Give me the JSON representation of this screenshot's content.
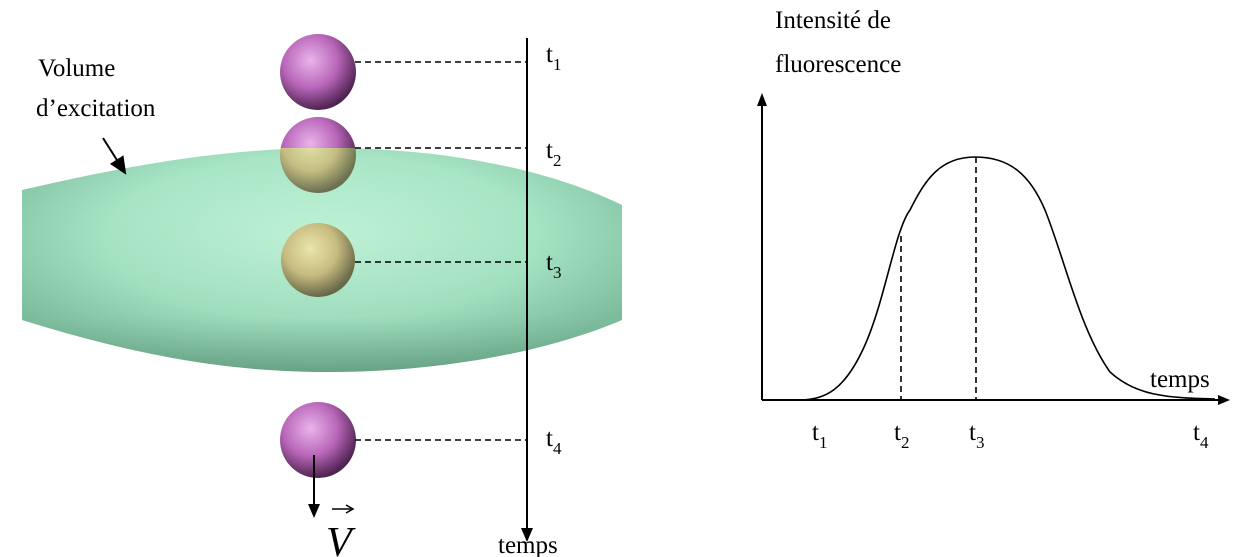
{
  "left_diagram": {
    "volume_label_line1": "Volume",
    "volume_label_line2": "d’excitation",
    "time_axis_label": "temps",
    "velocity_symbol": "V",
    "positions": [
      {
        "t": "t",
        "sub": "1"
      },
      {
        "t": "t",
        "sub": "2"
      },
      {
        "t": "t",
        "sub": "3"
      },
      {
        "t": "t",
        "sub": "4"
      }
    ],
    "colors": {
      "excitation_volume": "#aee8c8",
      "particle": "#c070c0",
      "particle_inside": "#c8b070"
    }
  },
  "right_graph": {
    "y_label_line1": "Intensité de",
    "y_label_line2": "fluorescence",
    "x_label": "temps",
    "ticks": [
      {
        "t": "t",
        "sub": "1"
      },
      {
        "t": "t",
        "sub": "2"
      },
      {
        "t": "t",
        "sub": "3"
      },
      {
        "t": "t",
        "sub": "4"
      }
    ]
  }
}
